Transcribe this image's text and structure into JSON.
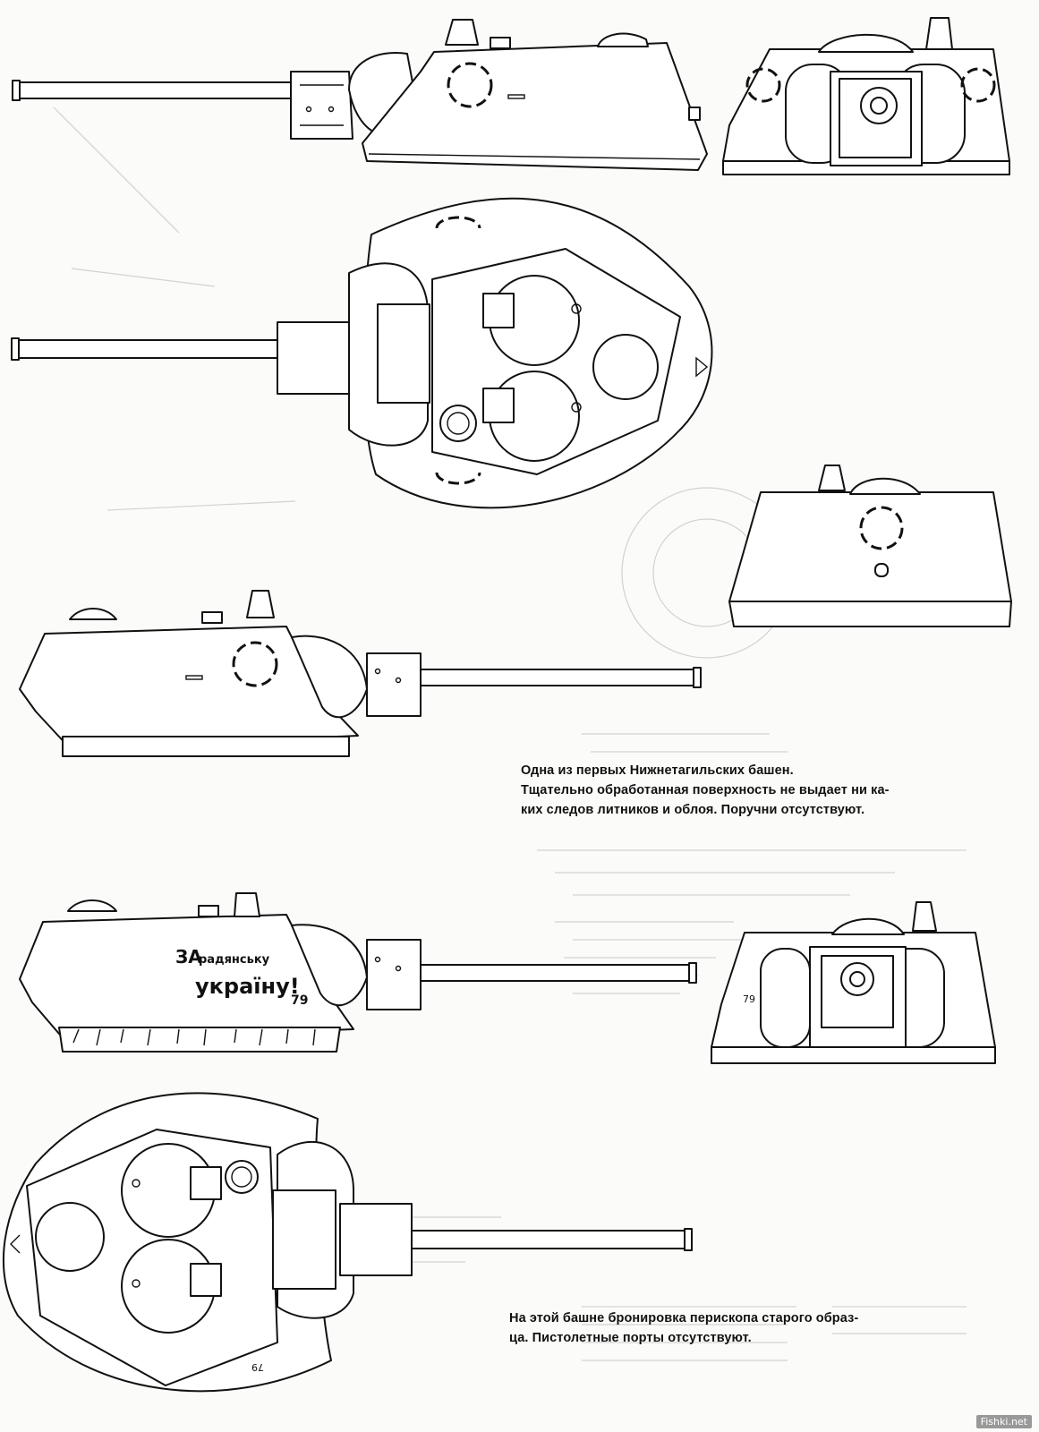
{
  "captions": {
    "first": [
      "Одна из первых Нижнетагильских башен.",
      "Тщательно обработанная поверхность не выдает ни ка-",
      "ких следов литников и облоя. Поручни отсутствуют."
    ],
    "second": [
      "На этой башне бронировка перископа старого образ-",
      "ца. Пистолетные порты отсутствуют."
    ]
  },
  "turret_markings": {
    "slogan_line1_prefix": "ЗА",
    "slogan_line1": "радянську",
    "slogan_line2": "україну!",
    "number": "79",
    "top_view_number": "79",
    "front_view_number": "79"
  },
  "watermark": "Fishki.net",
  "colors": {
    "paper": "#fbfbf9",
    "ink": "#111111",
    "ghost": "#d2d2d2"
  }
}
